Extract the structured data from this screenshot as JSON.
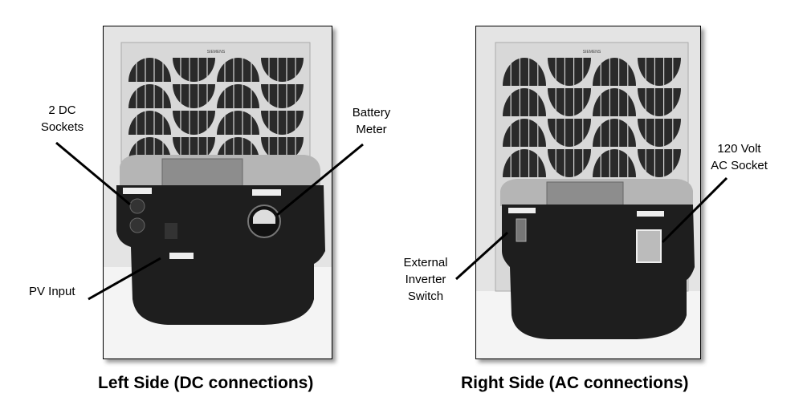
{
  "left": {
    "caption": "Left Side (DC connections)",
    "panel_brand": "SIEMENS",
    "labels": {
      "dc_sockets": [
        "2 DC",
        "Sockets"
      ],
      "battery_meter": [
        "Battery",
        "Meter"
      ],
      "pv_input": [
        "PV Input"
      ]
    }
  },
  "right": {
    "caption": "Right Side (AC connections)",
    "panel_brand": "SIEMENS",
    "labels": {
      "ac_socket": [
        "120 Volt",
        "AC Socket"
      ],
      "inverter_switch": [
        "External",
        "Inverter",
        "Switch"
      ]
    }
  }
}
